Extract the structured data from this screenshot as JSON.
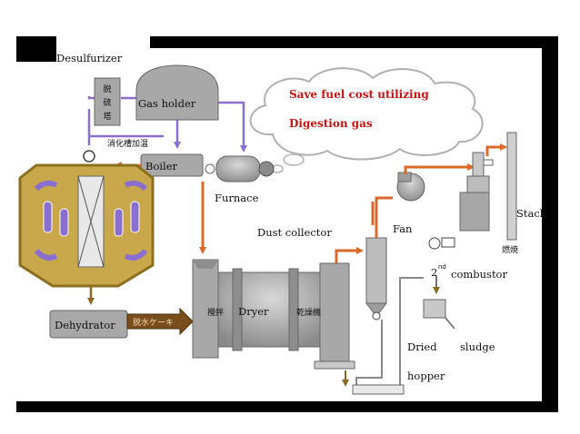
{
  "colors": {
    "cloud_text": "#cc1111",
    "gas_line": "#8a6fd0",
    "pipe_orange": "#d96a2a",
    "digester_fill": "#c8a84a",
    "digester_rim": "#8c7020",
    "equipment_gray": "#a8a8a8",
    "frame_black": "#000000"
  },
  "labels": {
    "desulfurizer": "Desulfurizer",
    "desulfurizer_chars": "脱硫塔",
    "gas_holder": "Gas holder",
    "digestion_tank_chars": "消化槽加温",
    "boiler": "Boiler",
    "furnace": "Furnace",
    "dust_collector": "Dust collector",
    "fan": "Fan",
    "stack": "Stack",
    "stack_chars": "燃焼",
    "combustor_num": "2",
    "combustor_sup": "nd",
    "combustor": "combustor",
    "dryer_left_chars": "攪拌",
    "dryer": "Dryer",
    "dryer_right_chars": "乾燥機",
    "dehydrator": "Dehydrator",
    "cake_chars": "脱水ケーキ",
    "dried": "Dried",
    "sludge": "sludge",
    "hopper": "hopper"
  },
  "cloud": {
    "line1": "Save fuel cost utilizing",
    "line2": "Digestion gas"
  }
}
